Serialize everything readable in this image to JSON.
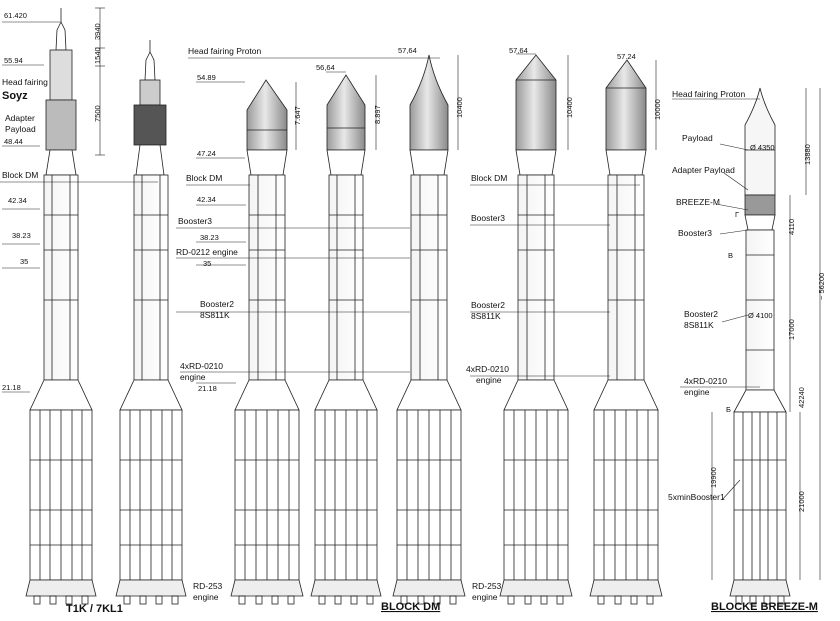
{
  "captions": {
    "group1": "T1K / 7KL1",
    "group2": "BLOCK DM",
    "group3": "BLOCKE BREEZE-M"
  },
  "left": {
    "head_fairing": "Head fairing",
    "soyz": "Soyz",
    "adapter": "Adapter",
    "payload": "Payload",
    "block_dm": "Block DM",
    "h_61420": "61.420",
    "h_5594": "55.94",
    "h_4844": "48.44",
    "h_4234": "42.34",
    "h_3823": "38.23",
    "h_35": "35",
    "h_2118": "21.18",
    "v_3940": "3940",
    "v_1540": "1540",
    "v_7500": "7500"
  },
  "middle": {
    "head_fairing_proton": "Head fairing Proton",
    "h_5489": "54.89",
    "h_4724": "47.24",
    "block_dm": "Block DM",
    "h_4234": "42.34",
    "booster3": "Booster3",
    "h_3823": "38.23",
    "rd0212": "RD-0212 engine",
    "h_35": "35",
    "booster2": "Booster2",
    "booster2_code": "8S811K",
    "rd0210": "4xRD-0210",
    "rd0210_sub": "engine",
    "h_2118": "21.18",
    "rd253": "RD-253",
    "rd253_sub": "engine",
    "top_5664": "56,64",
    "top_5764": "57,64",
    "v_7647": "7.647",
    "v_8897": "8.897",
    "v_10400": "10400"
  },
  "right": {
    "top_5764": "57,64",
    "top_5724": "57.24",
    "v_10400": "10400",
    "v_10000": "10000",
    "block_dm": "Block DM",
    "booster3": "Booster3",
    "booster2": "Booster2",
    "booster2_code": "8S811K",
    "rd0210": "4xRD-0210",
    "rd0210_sub": "engine",
    "rd253": "RD-253",
    "rd253_sub": "engine"
  },
  "breeze": {
    "head_fairing_proton": "Head fairing Proton",
    "payload": "Payload",
    "adapter_payload": "Adapter Payload",
    "breeze_m": "BREEZE-M",
    "booster3": "Booster3",
    "booster2": "Booster2",
    "booster2_code": "8S811K",
    "rd0210": "4xRD-0210",
    "rd0210_sub": "engine",
    "five_min": "5xminBooster1",
    "v_13880": "13880",
    "v_4110": "4110",
    "v_17000": "17000",
    "v_42240": "42240",
    "v_19900": "19900",
    "v_21000": "21000",
    "v_56200": "~ 56200",
    "d_4350": "Ø 4350",
    "d_4100": "Ø 4100",
    "mark_g": "Г",
    "mark_v": "В",
    "mark_b": "Б"
  }
}
